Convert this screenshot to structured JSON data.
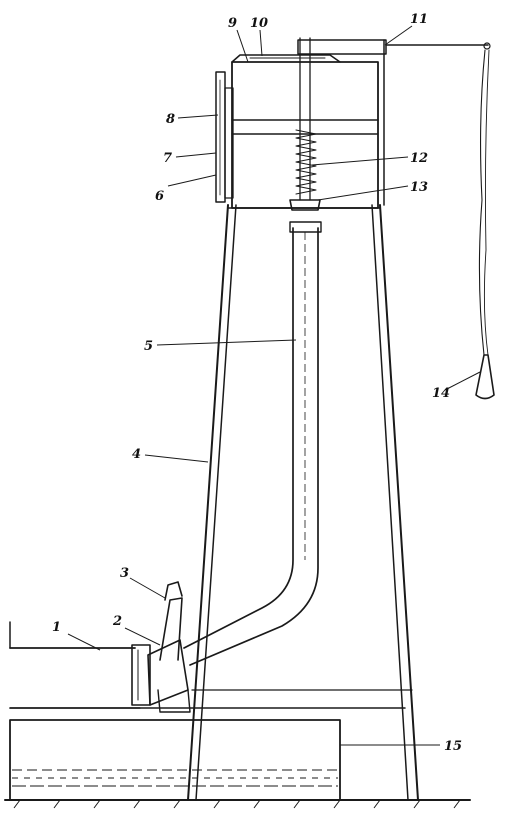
{
  "figure": {
    "callouts": [
      {
        "id": "c1",
        "text": "1"
      },
      {
        "id": "c2",
        "text": "2"
      },
      {
        "id": "c3",
        "text": "3"
      },
      {
        "id": "c4",
        "text": "4"
      },
      {
        "id": "c5",
        "text": "5"
      },
      {
        "id": "c6",
        "text": "6"
      },
      {
        "id": "c7",
        "text": "7"
      },
      {
        "id": "c8",
        "text": "8"
      },
      {
        "id": "c9",
        "text": "9"
      },
      {
        "id": "c10",
        "text": "10"
      },
      {
        "id": "c11",
        "text": "11"
      },
      {
        "id": "c12",
        "text": "12"
      },
      {
        "id": "c13",
        "text": "13"
      },
      {
        "id": "c14",
        "text": "14"
      },
      {
        "id": "c15",
        "text": "15"
      }
    ]
  }
}
